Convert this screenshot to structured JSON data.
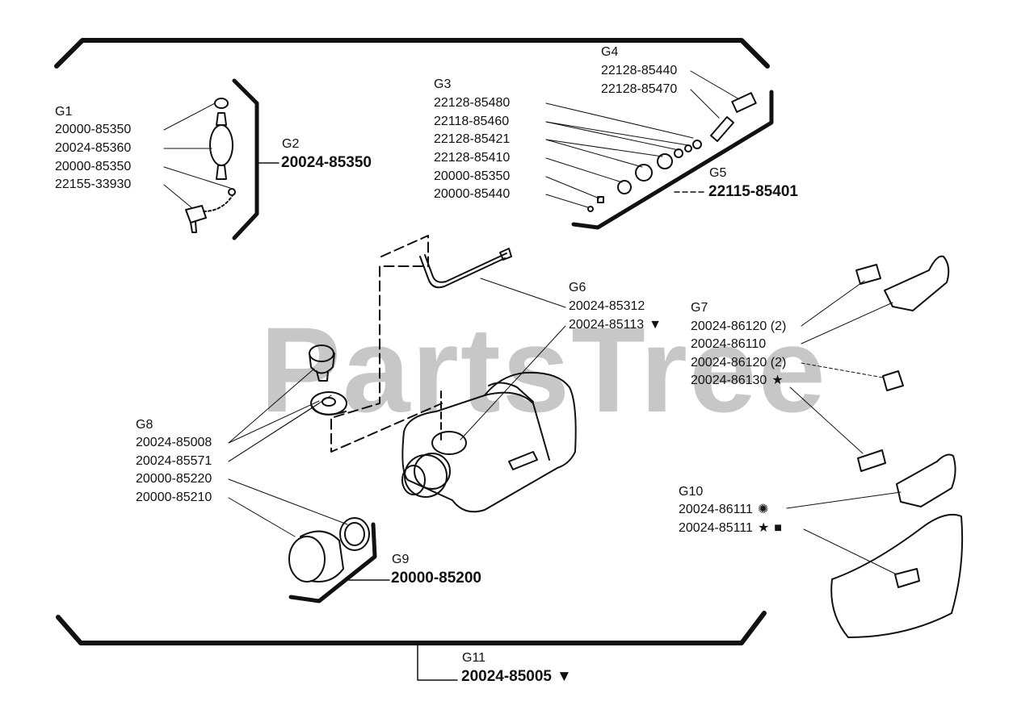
{
  "watermark": "PartsTree",
  "symbols": {
    "triangle": "▼",
    "star": "★",
    "burst": "✺",
    "square": "■"
  },
  "groups": [
    {
      "id": "G1",
      "parts": [
        "20000-85350",
        "20024-85360",
        "20000-85350",
        "22155-33930"
      ]
    },
    {
      "id": "G2",
      "assembly": "20024-85350"
    },
    {
      "id": "G3",
      "parts": [
        "22128-85480",
        "22118-85460",
        "22128-85421",
        "22128-85410",
        "20000-85350",
        "20000-85440"
      ]
    },
    {
      "id": "G4",
      "parts": [
        "22128-85440",
        "22128-85470"
      ]
    },
    {
      "id": "G5",
      "assembly": "22115-85401"
    },
    {
      "id": "G6",
      "parts": [
        "20024-85312",
        "20024-85113"
      ]
    },
    {
      "id": "G7",
      "parts": [
        "20024-86120 (2)",
        "20024-86110",
        "20024-86120 (2)",
        "20024-86130"
      ]
    },
    {
      "id": "G8",
      "parts": [
        "20024-85008",
        "20024-85571",
        "20000-85220",
        "20000-85210"
      ]
    },
    {
      "id": "G9",
      "assembly": "20000-85200"
    },
    {
      "id": "G10",
      "parts": [
        "20024-86111",
        "20024-85111"
      ]
    },
    {
      "id": "G11",
      "assembly": "20024-85005"
    }
  ]
}
